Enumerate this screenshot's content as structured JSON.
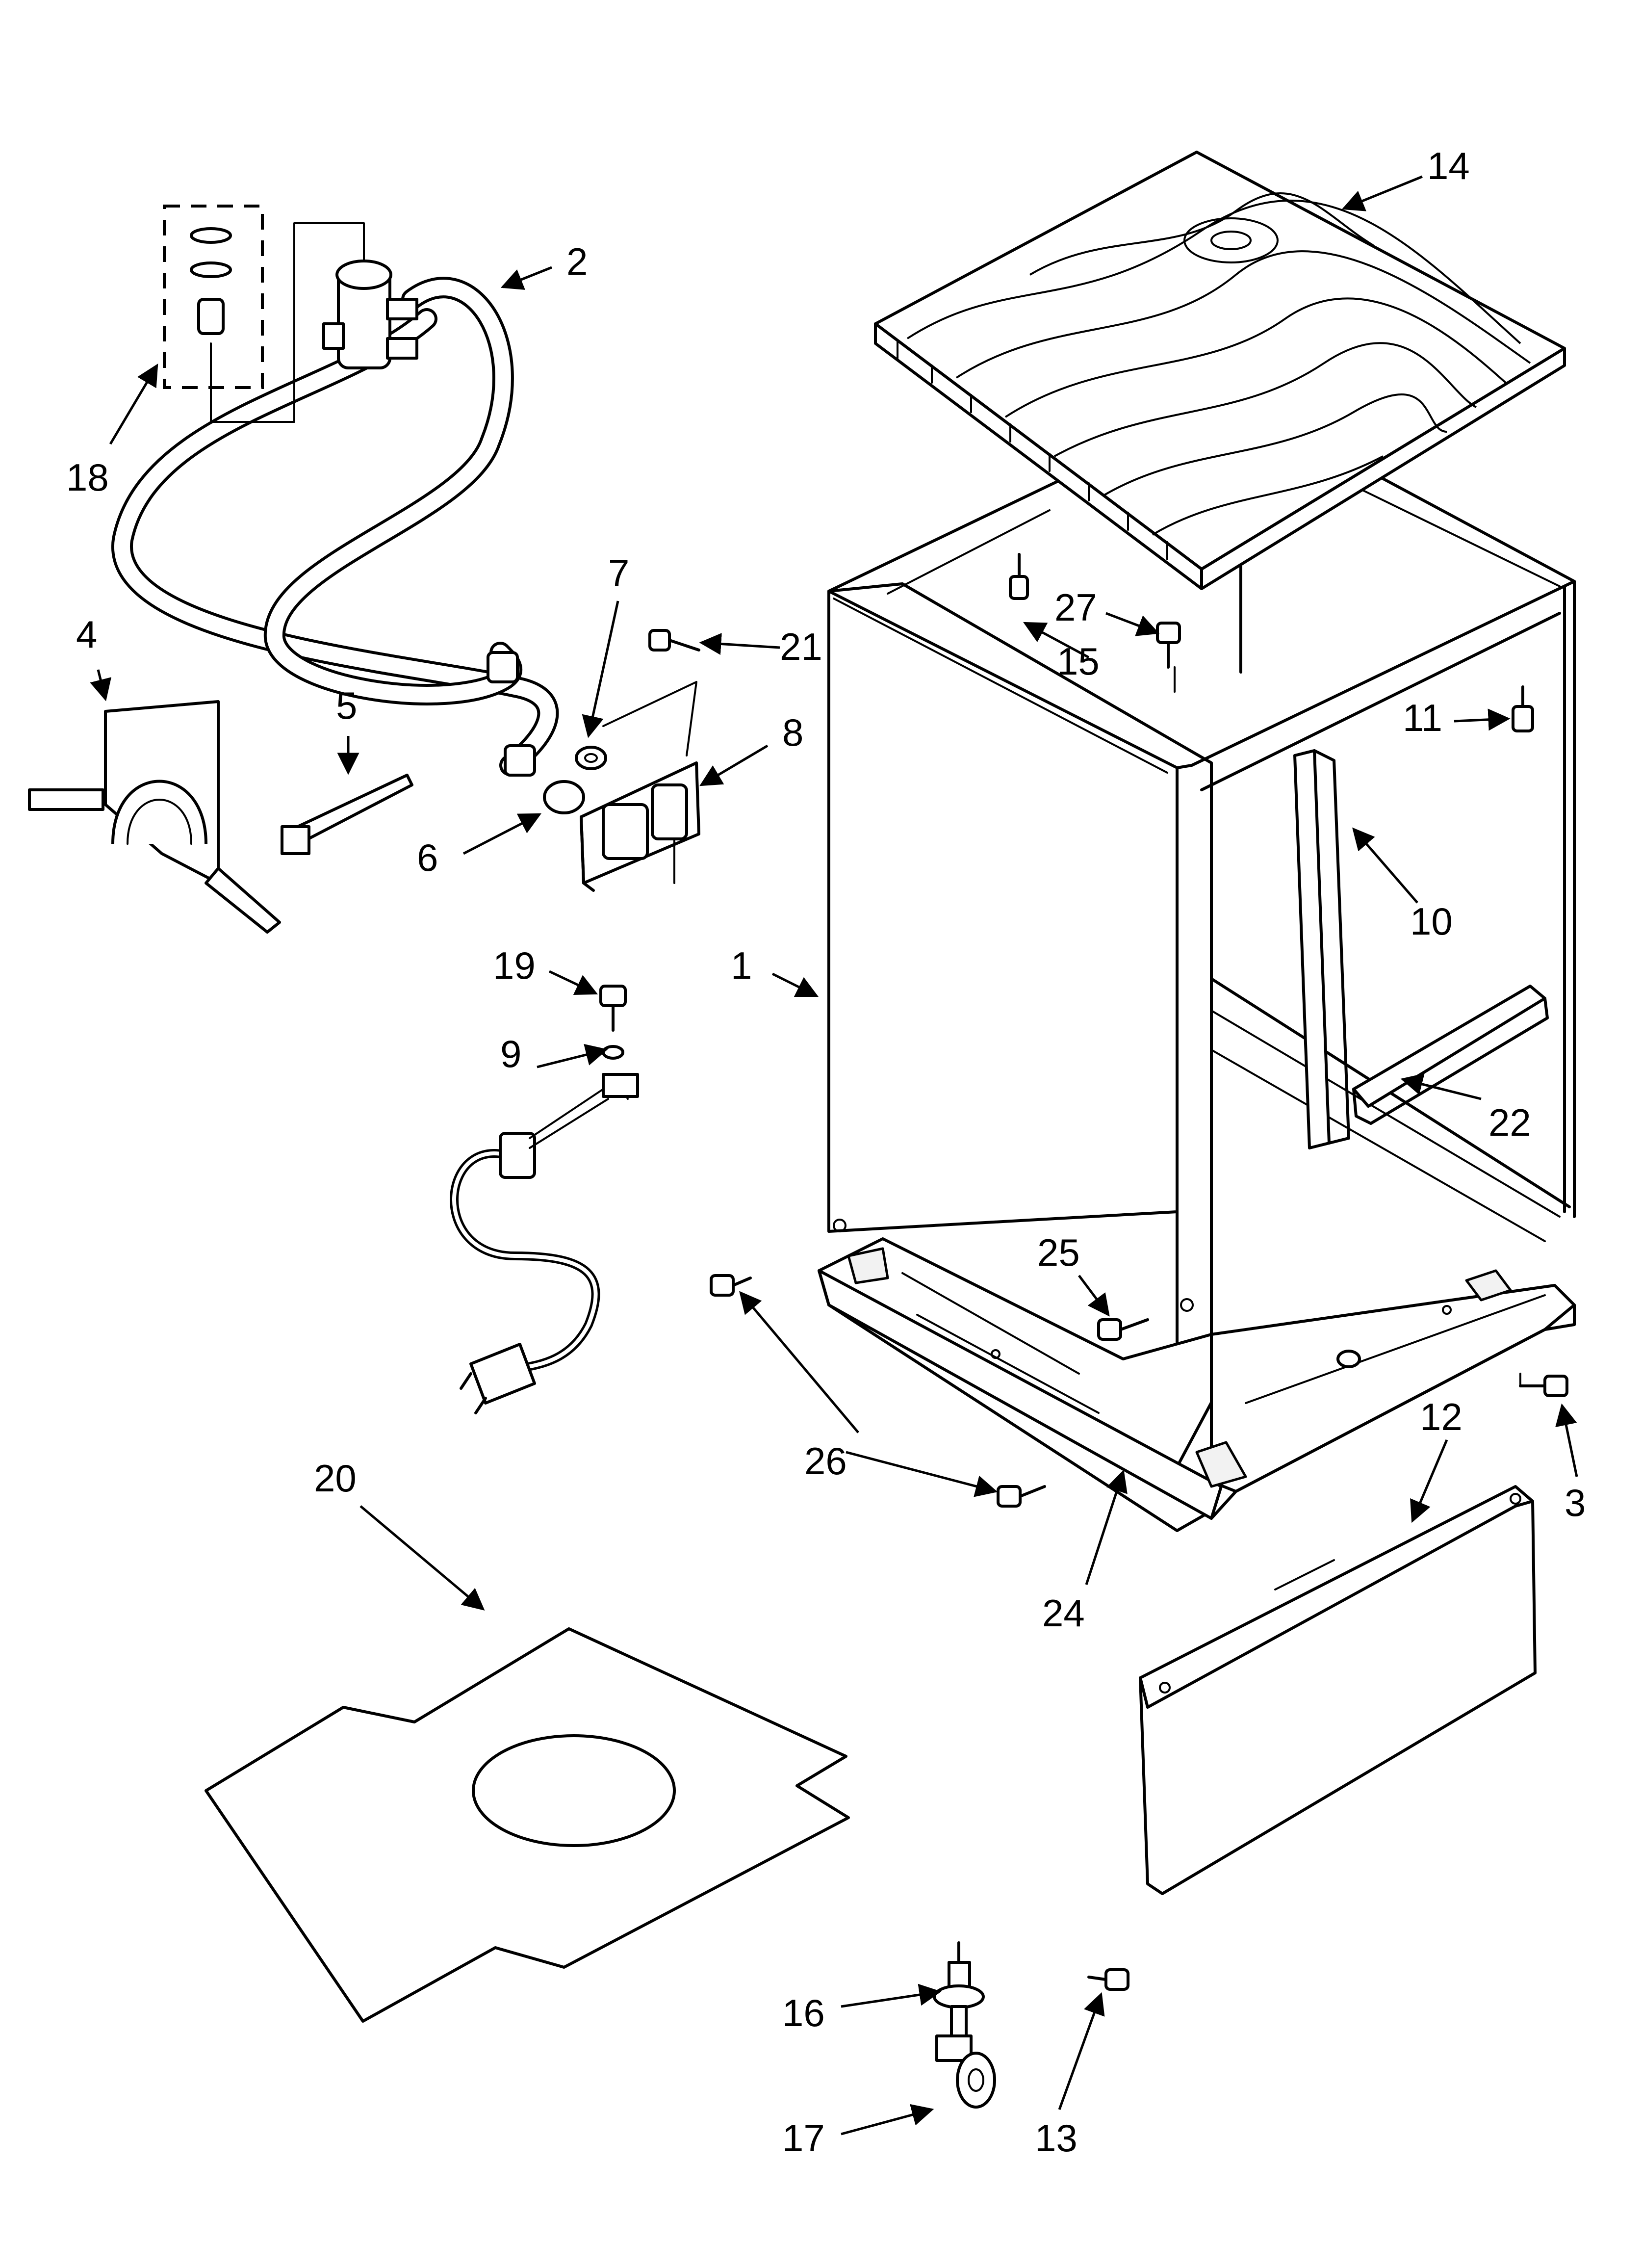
{
  "labels": {
    "p1": "1",
    "p2": "2",
    "p3": "3",
    "p4": "4",
    "p5": "5",
    "p6": "6",
    "p7": "7",
    "p8": "8",
    "p9": "9",
    "p10": "10",
    "p11": "11",
    "p12": "12",
    "p13": "13",
    "p14": "14",
    "p15": "15",
    "p16": "16",
    "p17": "17",
    "p18": "18",
    "p19": "19",
    "p20": "20",
    "p21": "21",
    "p22": "22",
    "p24": "24",
    "p25": "25",
    "p26a": "26",
    "p26b": "26",
    "p27": "27"
  }
}
